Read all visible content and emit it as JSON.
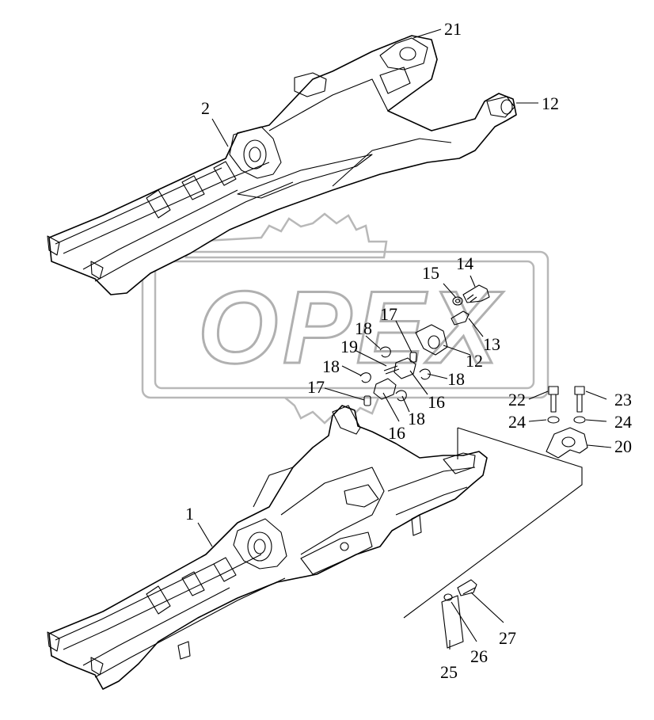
{
  "watermark": {
    "text": "OPEX"
  },
  "callouts": {
    "c1": "1",
    "c2": "2",
    "c12a": "12",
    "c12b": "12",
    "c13": "13",
    "c14": "14",
    "c15": "15",
    "c16a": "16",
    "c16b": "16",
    "c17a": "17",
    "c17b": "17",
    "c18a": "18",
    "c18b": "18",
    "c18c": "18",
    "c18d": "18",
    "c19": "19",
    "c20": "20",
    "c21": "21",
    "c22": "22",
    "c23": "23",
    "c24a": "24",
    "c24b": "24",
    "c25": "25",
    "c26": "26",
    "c27": "27"
  }
}
